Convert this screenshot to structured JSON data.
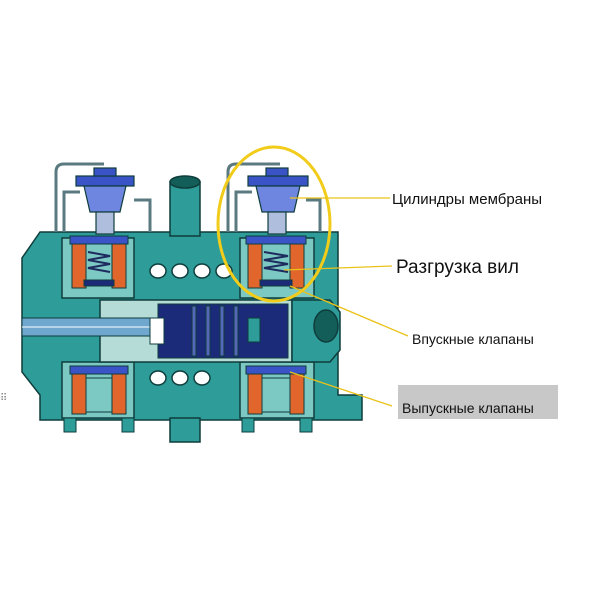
{
  "labels": {
    "diaphragm_cylinders": "Цилиндры мембраны",
    "fork_unloading": "Разгрузка вил",
    "suction_valves": "Впускные клапаны",
    "discharge_valves": "Выпускные клапаны"
  },
  "colors": {
    "body": "#2e9c98",
    "body_light": "#7cc8c2",
    "body_outline": "#0e3d3c",
    "valve_spring_orange": "#e0662c",
    "diaphragm_blue": "#3a54c8",
    "piston_navy": "#1c2a7a",
    "highlight_ring": "#f2cc1a",
    "leader_line": "#e9c21a",
    "label_bg": "#c8c8c8"
  }
}
